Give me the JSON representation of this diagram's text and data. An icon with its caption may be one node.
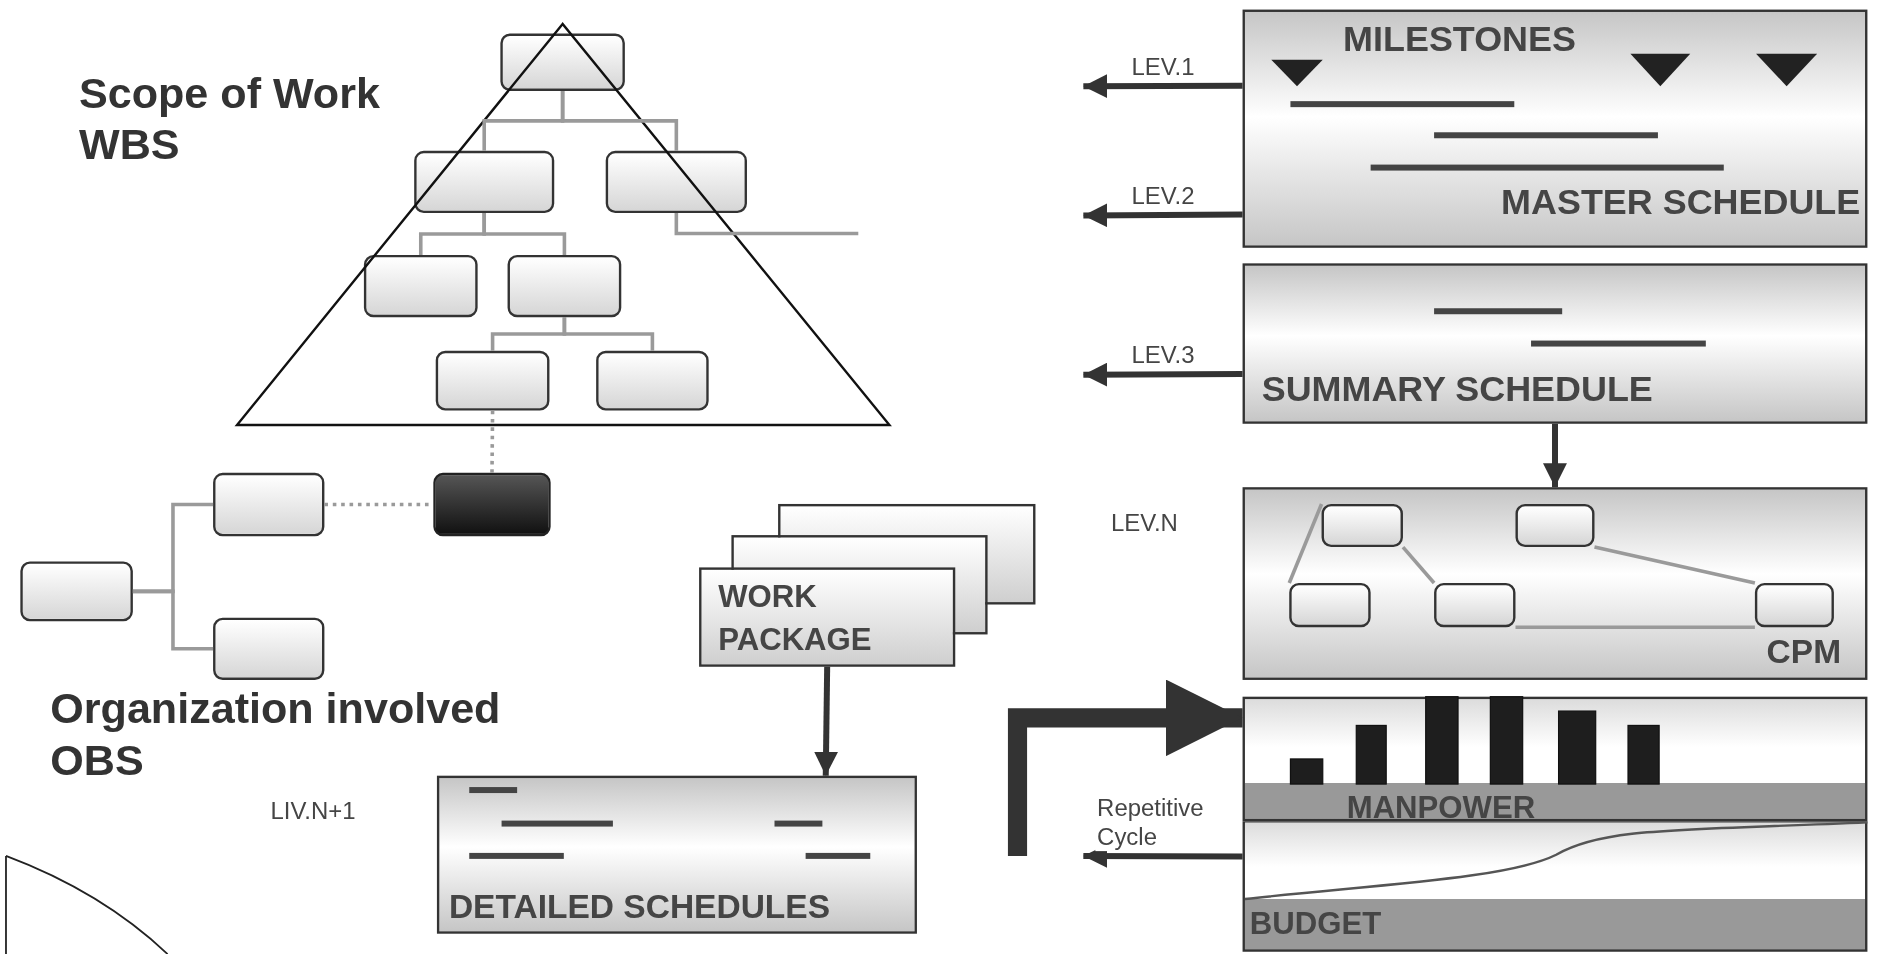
{
  "diagram": {
    "nodes": [
      {
        "text": [],
        "shape": "box"
      },
      {
        "text": [],
        "shape": "box"
      },
      {
        "text": [],
        "shape": "box"
      },
      {
        "text": [],
        "shape": "box"
      },
      {
        "text": [],
        "shape": "box"
      },
      {
        "text": [],
        "shape": "box"
      },
      {
        "text": [],
        "shape": "box"
      },
      {
        "text": [],
        "shape": "box"
      },
      {
        "text": [],
        "shape": "box"
      },
      {
        "text": [],
        "shape": "box"
      },
      {
        "text": [],
        "shape": "box"
      },
      {
        "text": [
          "WORK PACKAGE"
        ]
      },
      {
        "text": [
          "DETAILED SCHEDULES"
        ],
        "beside": [
          "LIV.N+1"
        ]
      },
      {
        "text": [
          "MILESTONES",
          "MASTER SCHEDULE"
        ]
      },
      {
        "text": [
          "SUMMARY SCHEDULE"
        ]
      },
      {
        "text": [
          "CPM"
        ],
        "beside": [
          "LEV.N"
        ]
      },
      {
        "text": [],
        "shape": "box",
        "in": 15
      },
      {
        "text": [],
        "shape": "box",
        "in": 15
      },
      {
        "text": [],
        "shape": "box",
        "in": 15
      },
      {
        "text": [],
        "shape": "box",
        "in": 15
      },
      {
        "text": [],
        "shape": "box",
        "in": 15
      },
      {
        "text": [
          "MANPOWER"
        ]
      },
      {
        "text": [
          "BUDGET"
        ]
      },
      {
        "text": [],
        "shape": "box"
      },
      {
        "text": [],
        "shape": "box"
      }
    ],
    "edges": [
      {
        "from": 0,
        "to": 1,
        "arrow": "none"
      },
      {
        "from": 0,
        "to": 2,
        "arrow": "none"
      },
      {
        "from": 1,
        "to": 3,
        "arrow": "none"
      },
      {
        "from": 1,
        "to": 4,
        "arrow": "none"
      },
      {
        "from": 4,
        "to": 5,
        "arrow": "none"
      },
      {
        "from": 4,
        "to": 6,
        "arrow": "none"
      },
      {
        "from": 2,
        "to": null,
        "arrow": "none"
      },
      {
        "from": 5,
        "to": 7,
        "arrow": "none",
        "style": "dashed"
      },
      {
        "from": 9,
        "to": 7,
        "arrow": "none",
        "style": "dashed"
      },
      {
        "from": 8,
        "to": 9,
        "arrow": "none"
      },
      {
        "from": 8,
        "to": 10,
        "arrow": "none"
      },
      {
        "from": 11,
        "to": 12,
        "arrow": "to",
        "color": "#333333"
      },
      {
        "from": 13,
        "to": null,
        "arrow": "to",
        "label": "LEV.1",
        "color": "#333333"
      },
      {
        "from": 13,
        "to": null,
        "arrow": "to",
        "label": "LEV.2",
        "color": "#333333"
      },
      {
        "from": 14,
        "to": null,
        "arrow": "to",
        "label": "LEV.3",
        "color": "#333333"
      },
      {
        "from": 14,
        "to": 15,
        "arrow": "to",
        "color": "#333333"
      },
      {
        "from": 16,
        "to": 18,
        "arrow": "none"
      },
      {
        "from": 16,
        "to": 19,
        "arrow": "none"
      },
      {
        "from": 17,
        "to": 20,
        "arrow": "none"
      },
      {
        "from": 19,
        "to": 20,
        "arrow": "none"
      },
      {
        "from": null,
        "to": 21,
        "arrow": "to",
        "style": "thick",
        "color": "#333333"
      },
      {
        "from": 22,
        "to": null,
        "arrow": "to",
        "label": "Repetitive Cycle",
        "color": "#333333"
      }
    ],
    "labels": [
      "Scope of Work WBS",
      "Organization involved OBS"
    ]
  }
}
